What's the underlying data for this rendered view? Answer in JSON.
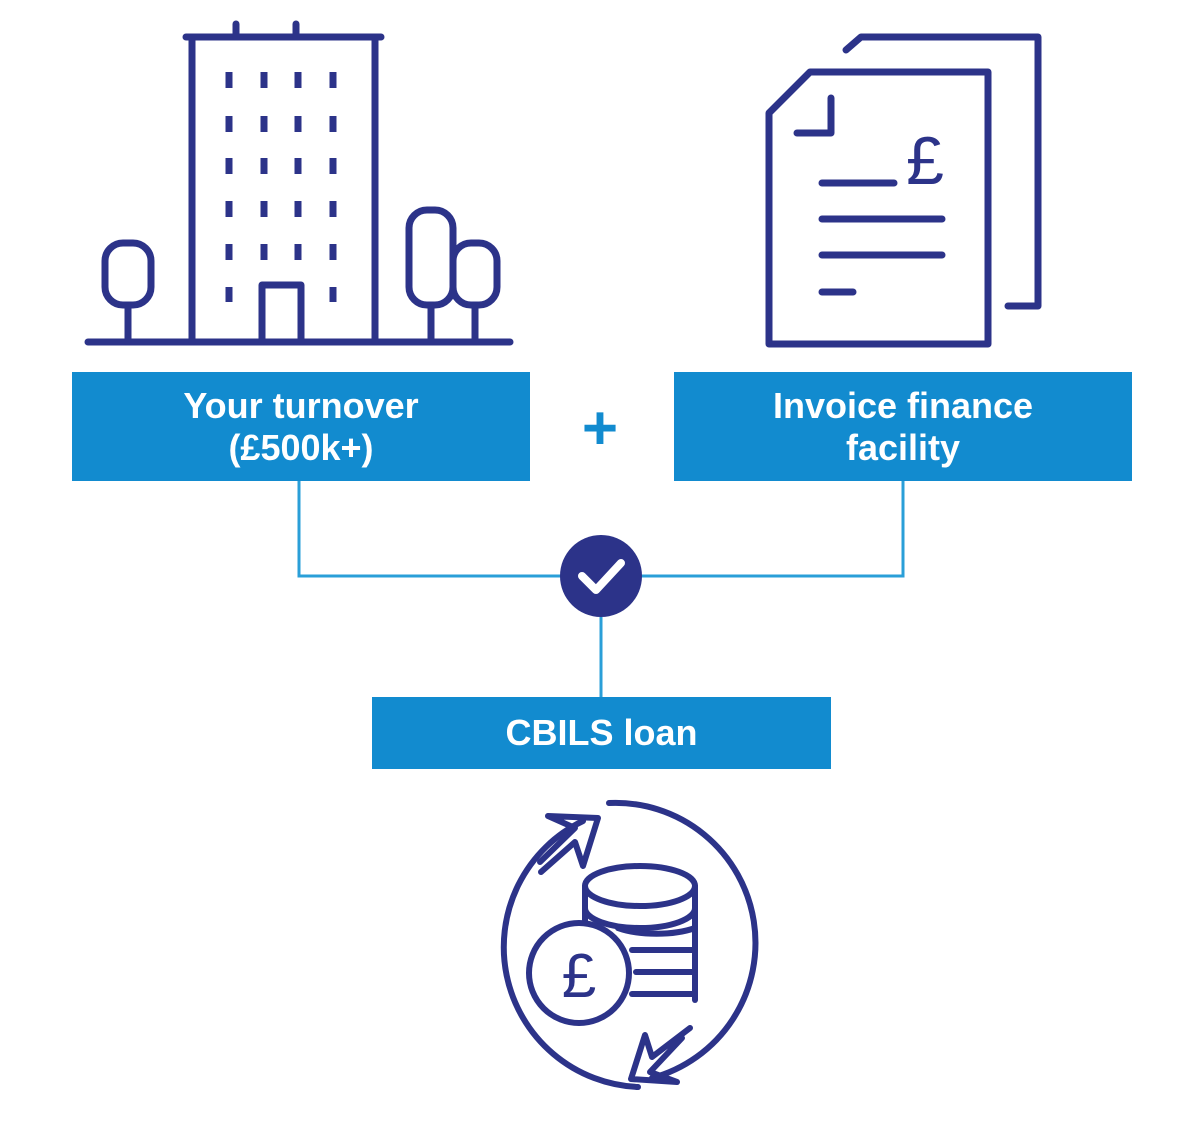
{
  "turnover": {
    "line1": "Your turnover",
    "line2": "(£500k+)",
    "icon": "office-building-icon"
  },
  "plus_sign": "+",
  "invoice": {
    "line1": "Invoice finance",
    "line2": "facility",
    "icon": "invoice-document-icon",
    "currency_symbol": "£"
  },
  "result": {
    "label": "CBILS loan",
    "icon": "coin-cycle-icon",
    "currency_symbol": "£"
  },
  "check_icon": "checkmark-icon",
  "colors": {
    "navy": "#2c3389",
    "blue": "#128bcf",
    "connector": "#2a9fd8",
    "white": "#ffffff"
  }
}
